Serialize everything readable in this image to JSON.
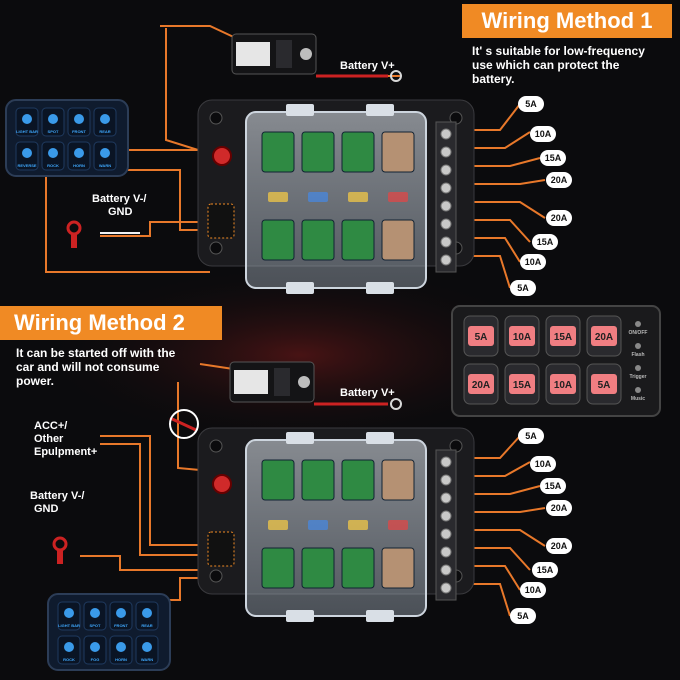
{
  "method1": {
    "title": "Wiring Method 1",
    "description": [
      "It' s suitable for low-frequency",
      "use which can protect the",
      "battery."
    ],
    "battery_positive": "Battery V+",
    "battery_negative": [
      "Battery V-/",
      "GND"
    ],
    "fuse_ratings": [
      "5A",
      "10A",
      "15A",
      "20A",
      "20A",
      "15A",
      "10A",
      "5A"
    ],
    "switch_labels": [
      "LIGHT BAR",
      "SPOT",
      "FRONT",
      "REAR",
      "REVERSE",
      "ROCK",
      "HORN",
      "WARN"
    ]
  },
  "method2": {
    "title": "Wiring Method 2",
    "description": [
      "It can be started off with the",
      "car and will not consume",
      "power."
    ],
    "battery_positive": "Battery V+",
    "accessory": [
      "ACC+/",
      "Other",
      "Epulpment+"
    ],
    "battery_negative": [
      "Battery V-/",
      "GND"
    ],
    "fuse_ratings": [
      "5A",
      "10A",
      "15A",
      "20A",
      "20A",
      "15A",
      "10A",
      "5A"
    ],
    "switch_labels": [
      "LIGHT BAR",
      "SPOT",
      "FRONT",
      "REAR",
      "ROCK",
      "FOG",
      "HORN",
      "WARN"
    ]
  },
  "touch_panel": {
    "buttons": [
      "5A",
      "10A",
      "15A",
      "20A",
      "20A",
      "15A",
      "10A",
      "5A"
    ],
    "side_labels": [
      "ON/OFF",
      "Flash",
      "Trigger",
      "Music"
    ]
  },
  "colors": {
    "banner": "#f08a24",
    "wire_orange": "#e8782a",
    "switch_blue": "#3fa9ff",
    "fuse_green": "#2f8a43",
    "fuse_tan": "#b59173",
    "touch_red": "#f07e82"
  }
}
